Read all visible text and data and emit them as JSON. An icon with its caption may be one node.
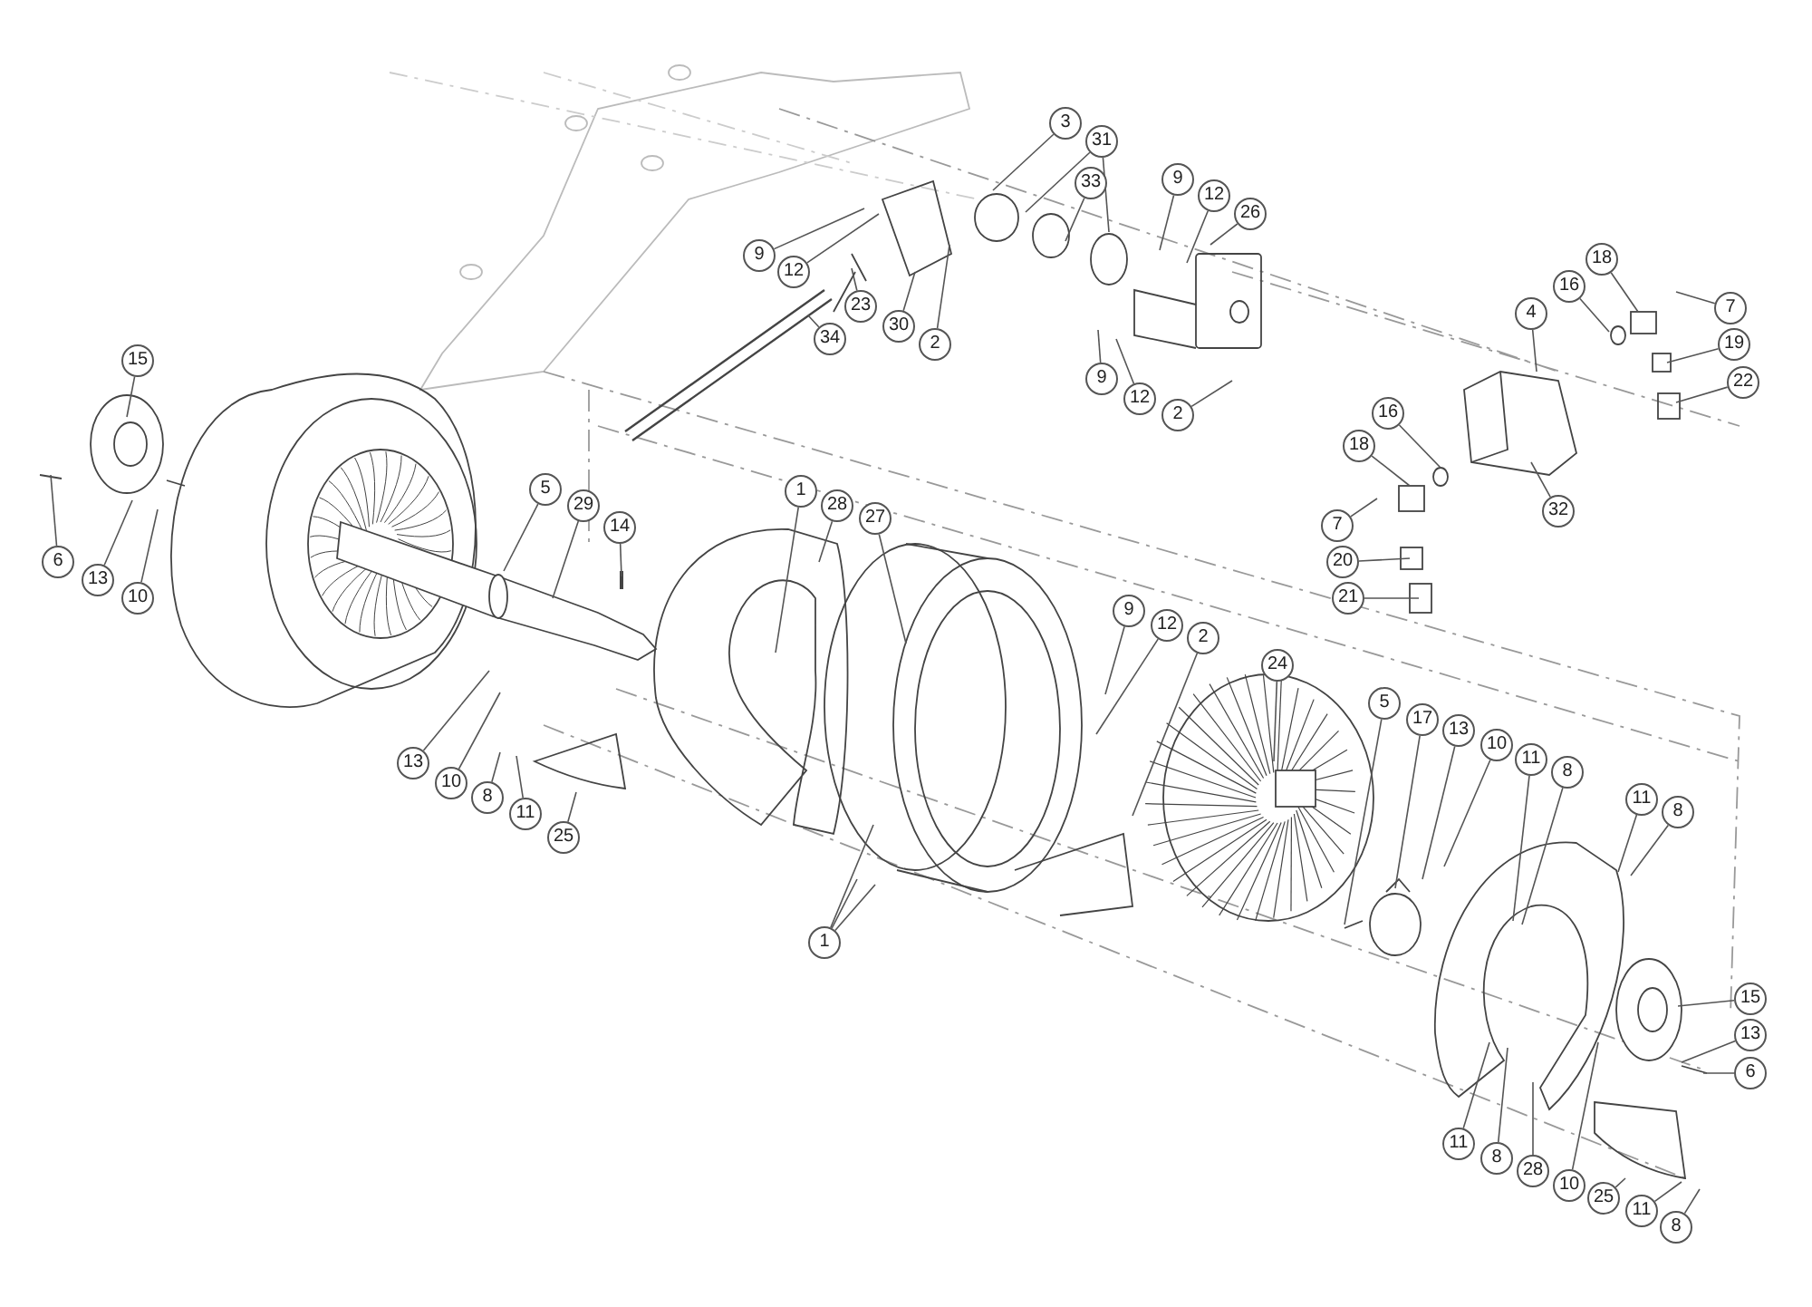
{
  "diagram": {
    "nodes": [
      {
        "text": [
          "3"
        ]
      },
      {
        "text": [
          "31"
        ]
      },
      {
        "text": [
          "33"
        ]
      },
      {
        "text": [
          "9"
        ]
      },
      {
        "text": [
          "12"
        ]
      },
      {
        "text": [
          "26"
        ]
      },
      {
        "text": [
          "9"
        ]
      },
      {
        "text": [
          "12"
        ]
      },
      {
        "text": [
          "18"
        ]
      },
      {
        "text": [
          "16"
        ]
      },
      {
        "text": [
          "7"
        ]
      },
      {
        "text": [
          "4"
        ]
      },
      {
        "text": [
          "23"
        ]
      },
      {
        "text": [
          "30"
        ]
      },
      {
        "text": [
          "34"
        ]
      },
      {
        "text": [
          "2"
        ]
      },
      {
        "text": [
          "19"
        ]
      },
      {
        "text": [
          "15"
        ]
      },
      {
        "text": [
          "9"
        ]
      },
      {
        "text": [
          "22"
        ]
      },
      {
        "text": [
          "12"
        ]
      },
      {
        "text": [
          "16"
        ]
      },
      {
        "text": [
          "2"
        ]
      },
      {
        "text": [
          "18"
        ]
      },
      {
        "text": [
          "5"
        ]
      },
      {
        "text": [
          "1"
        ]
      },
      {
        "text": [
          "29"
        ]
      },
      {
        "text": [
          "28"
        ]
      },
      {
        "text": [
          "32"
        ]
      },
      {
        "text": [
          "27"
        ]
      },
      {
        "text": [
          "7"
        ]
      },
      {
        "text": [
          "14"
        ]
      },
      {
        "text": [
          "6"
        ]
      },
      {
        "text": [
          "20"
        ]
      },
      {
        "text": [
          "13"
        ]
      },
      {
        "text": [
          "10"
        ]
      },
      {
        "text": [
          "21"
        ]
      },
      {
        "text": [
          "9"
        ]
      },
      {
        "text": [
          "12"
        ]
      },
      {
        "text": [
          "2"
        ]
      },
      {
        "text": [
          "24"
        ]
      },
      {
        "text": [
          "5"
        ]
      },
      {
        "text": [
          "17"
        ]
      },
      {
        "text": [
          "13"
        ]
      },
      {
        "text": [
          "10"
        ]
      },
      {
        "text": [
          "11"
        ]
      },
      {
        "text": [
          "13"
        ]
      },
      {
        "text": [
          "8"
        ]
      },
      {
        "text": [
          "10"
        ]
      },
      {
        "text": [
          "8"
        ]
      },
      {
        "text": [
          "11"
        ]
      },
      {
        "text": [
          "11"
        ]
      },
      {
        "text": [
          "8"
        ]
      },
      {
        "text": [
          "25"
        ]
      },
      {
        "text": [
          "1"
        ]
      },
      {
        "text": [
          "15"
        ]
      },
      {
        "text": [
          "13"
        ]
      },
      {
        "text": [
          "6"
        ]
      },
      {
        "text": [
          "11"
        ]
      },
      {
        "text": [
          "8"
        ]
      },
      {
        "text": [
          "28"
        ]
      },
      {
        "text": [
          "10"
        ]
      },
      {
        "text": [
          "25"
        ]
      },
      {
        "text": [
          "11"
        ]
      },
      {
        "text": [
          "8"
        ]
      }
    ],
    "edges": [
      {
        "from": 0,
        "to": null,
        "arrow": "none"
      },
      {
        "from": 1,
        "to": null,
        "arrow": "none"
      },
      {
        "from": 1,
        "to": null,
        "arrow": "none"
      },
      {
        "from": 2,
        "to": null,
        "arrow": "none"
      },
      {
        "from": 3,
        "to": null,
        "arrow": "none"
      },
      {
        "from": 4,
        "to": null,
        "arrow": "none"
      },
      {
        "from": 5,
        "to": null,
        "arrow": "none"
      },
      {
        "from": 6,
        "to": null,
        "arrow": "none"
      },
      {
        "from": 7,
        "to": null,
        "arrow": "none"
      },
      {
        "from": 8,
        "to": null,
        "arrow": "none"
      },
      {
        "from": 9,
        "to": null,
        "arrow": "none"
      },
      {
        "from": 10,
        "to": null,
        "arrow": "none"
      },
      {
        "from": 11,
        "to": null,
        "arrow": "none"
      },
      {
        "from": 12,
        "to": null,
        "arrow": "none"
      },
      {
        "from": 13,
        "to": null,
        "arrow": "none"
      },
      {
        "from": 14,
        "to": null,
        "arrow": "none"
      },
      {
        "from": 15,
        "to": null,
        "arrow": "none"
      },
      {
        "from": 16,
        "to": null,
        "arrow": "none"
      },
      {
        "from": 17,
        "to": null,
        "arrow": "none"
      },
      {
        "from": 18,
        "to": null,
        "arrow": "none"
      },
      {
        "from": 19,
        "to": null,
        "arrow": "none"
      },
      {
        "from": 20,
        "to": null,
        "arrow": "none"
      },
      {
        "from": 21,
        "to": null,
        "arrow": "none"
      },
      {
        "from": 22,
        "to": null,
        "arrow": "none"
      },
      {
        "from": 23,
        "to": null,
        "arrow": "none"
      },
      {
        "from": 24,
        "to": null,
        "arrow": "none"
      },
      {
        "from": 25,
        "to": null,
        "arrow": "none"
      },
      {
        "from": 26,
        "to": null,
        "arrow": "none"
      },
      {
        "from": 27,
        "to": null,
        "arrow": "none"
      },
      {
        "from": 28,
        "to": null,
        "arrow": "none"
      },
      {
        "from": 29,
        "to": null,
        "arrow": "none"
      },
      {
        "from": 30,
        "to": null,
        "arrow": "none"
      },
      {
        "from": 31,
        "to": null,
        "arrow": "none"
      },
      {
        "from": 32,
        "to": null,
        "arrow": "none"
      },
      {
        "from": 33,
        "to": null,
        "arrow": "none"
      },
      {
        "from": 34,
        "to": null,
        "arrow": "none"
      },
      {
        "from": 35,
        "to": null,
        "arrow": "none"
      },
      {
        "from": 36,
        "to": null,
        "arrow": "none"
      },
      {
        "from": 37,
        "to": null,
        "arrow": "none"
      },
      {
        "from": 38,
        "to": null,
        "arrow": "none"
      },
      {
        "from": 39,
        "to": null,
        "arrow": "none"
      },
      {
        "from": 40,
        "to": null,
        "arrow": "none"
      },
      {
        "from": 41,
        "to": null,
        "arrow": "none"
      },
      {
        "from": 42,
        "to": null,
        "arrow": "none"
      },
      {
        "from": 43,
        "to": null,
        "arrow": "none"
      },
      {
        "from": 44,
        "to": null,
        "arrow": "none"
      },
      {
        "from": 45,
        "to": null,
        "arrow": "none"
      },
      {
        "from": 46,
        "to": null,
        "arrow": "none"
      },
      {
        "from": 47,
        "to": null,
        "arrow": "none"
      },
      {
        "from": 48,
        "to": null,
        "arrow": "none"
      },
      {
        "from": 49,
        "to": null,
        "arrow": "none"
      },
      {
        "from": 50,
        "to": null,
        "arrow": "none"
      },
      {
        "from": 51,
        "to": null,
        "arrow": "none"
      },
      {
        "from": 52,
        "to": null,
        "arrow": "none"
      },
      {
        "from": 53,
        "to": null,
        "arrow": "none"
      },
      {
        "from": 54,
        "to": null,
        "arrow": "none"
      },
      {
        "from": 54,
        "to": null,
        "arrow": "none"
      },
      {
        "from": 54,
        "to": null,
        "arrow": "none"
      },
      {
        "from": 55,
        "to": null,
        "arrow": "none"
      },
      {
        "from": 56,
        "to": null,
        "arrow": "none"
      },
      {
        "from": 57,
        "to": null,
        "arrow": "none"
      },
      {
        "from": 58,
        "to": null,
        "arrow": "none"
      },
      {
        "from": 59,
        "to": null,
        "arrow": "none"
      },
      {
        "from": 60,
        "to": null,
        "arrow": "none"
      },
      {
        "from": 61,
        "to": null,
        "arrow": "none"
      },
      {
        "from": 62,
        "to": null,
        "arrow": "none"
      },
      {
        "from": 63,
        "to": null,
        "arrow": "none"
      },
      {
        "from": 64,
        "to": null,
        "arrow": "none"
      }
    ]
  }
}
